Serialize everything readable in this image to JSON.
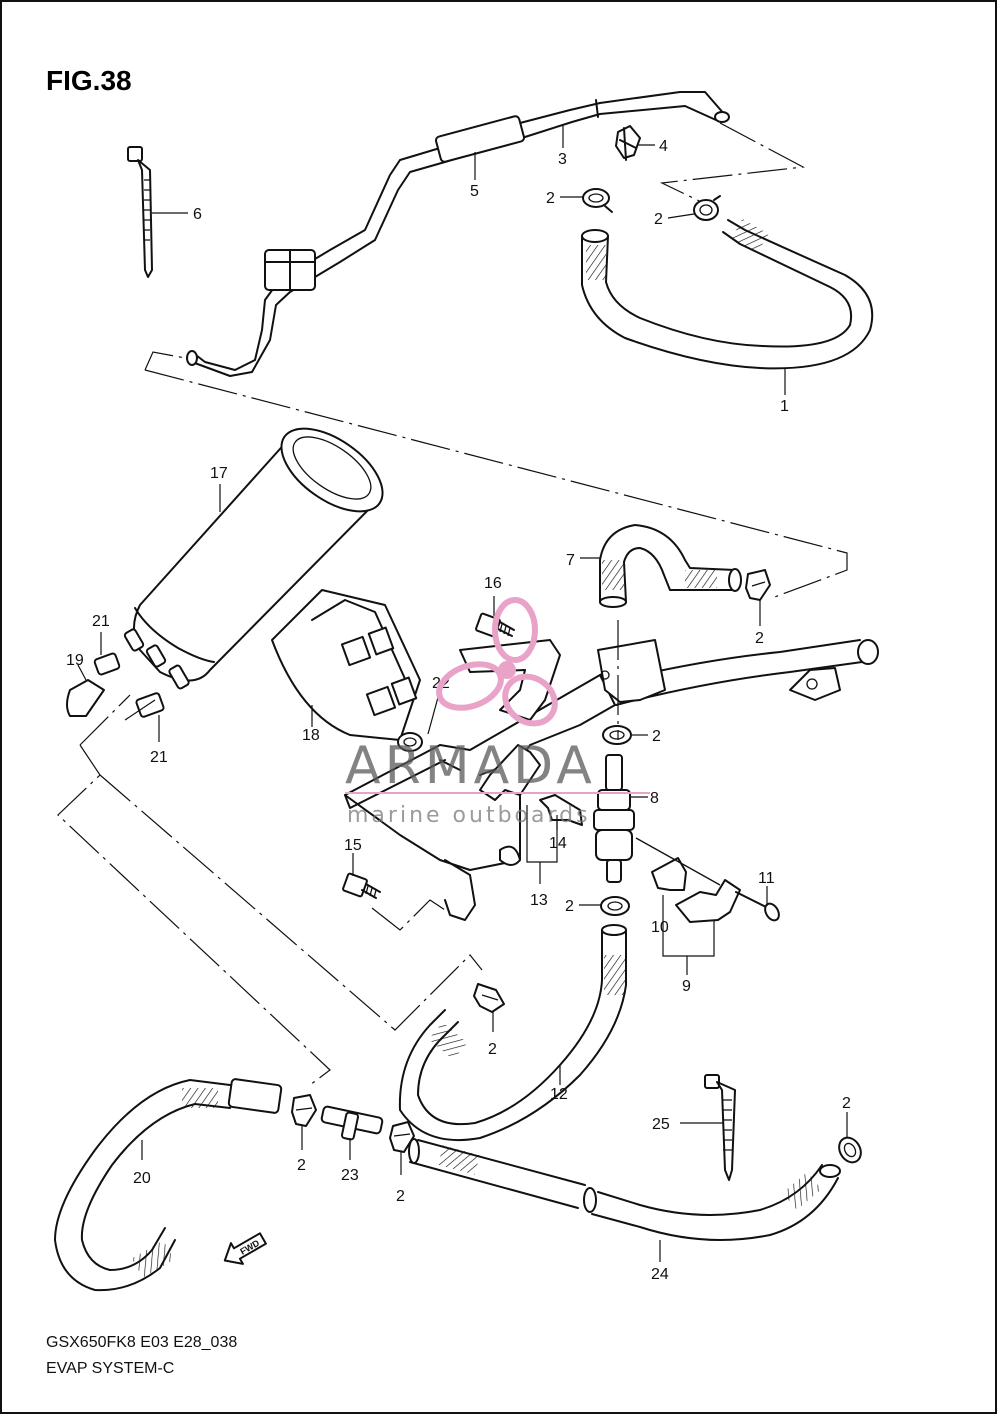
{
  "figure": {
    "title": "FIG.38",
    "model_code": "GSX650FK8 E03 E28_038",
    "section_name": "EVAP SYSTEM-C"
  },
  "watermark": {
    "brand": "ARMADA",
    "tagline": "marine outboards",
    "accent_color": "#e9a3c9"
  },
  "fwd_label": "FWD",
  "callouts": {
    "c1": "1",
    "c2a": "2",
    "c2b": "2",
    "c2c": "2",
    "c2d": "2",
    "c2e": "2",
    "c2f": "2",
    "c2g": "2",
    "c2h": "2",
    "c2i": "2",
    "c3": "3",
    "c4": "4",
    "c5": "5",
    "c6": "6",
    "c7": "7",
    "c8": "8",
    "c9": "9",
    "c10": "10",
    "c11": "11",
    "c12": "12",
    "c13": "13",
    "c14": "14",
    "c15": "15",
    "c16": "16",
    "c17": "17",
    "c18": "18",
    "c19": "19",
    "c20": "20",
    "c21a": "21",
    "c21b": "21",
    "c22": "22",
    "c23": "23",
    "c24": "24",
    "c25": "25"
  }
}
